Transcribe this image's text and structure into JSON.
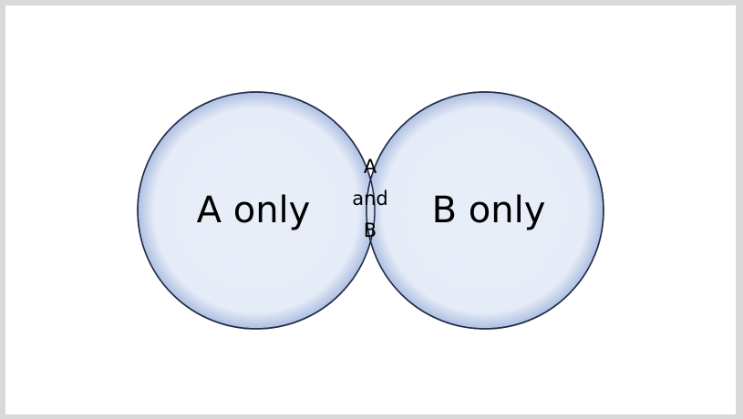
{
  "diagram": {
    "type": "venn",
    "sets": [
      {
        "label": "A only"
      },
      {
        "label": "B only"
      }
    ],
    "intersection": {
      "lines": [
        "A",
        "and",
        "B"
      ]
    },
    "colors": {
      "background": "#ffffff",
      "frame": "#d9d9d9",
      "circle_fill": "#e8eef8",
      "circle_edge_tint": "#aebfe3",
      "intersection_fill": "#d5deef",
      "outline": "#1f2a44"
    }
  }
}
